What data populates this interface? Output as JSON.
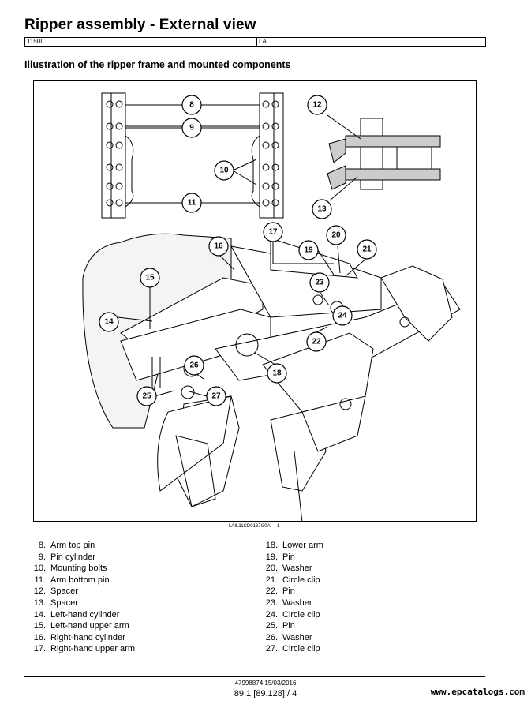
{
  "page": {
    "title": "Ripper assembly - External view",
    "model": "1150L",
    "region": "LA",
    "subtitle": "Illustration of the ripper frame and mounted components"
  },
  "figure": {
    "code": "LAIL11CD0187G0A",
    "index": "1",
    "callouts": [
      "8",
      "9",
      "10",
      "11",
      "12",
      "13",
      "14",
      "15",
      "16",
      "17",
      "18",
      "19",
      "20",
      "21",
      "22",
      "23",
      "24",
      "25",
      "26",
      "27"
    ]
  },
  "legend": {
    "left": [
      {
        "num": "8.",
        "label": "Arm top pin"
      },
      {
        "num": "9.",
        "label": "Pin cylinder"
      },
      {
        "num": "10.",
        "label": "Mounting bolts"
      },
      {
        "num": "11.",
        "label": "Arm bottom pin"
      },
      {
        "num": "12.",
        "label": "Spacer"
      },
      {
        "num": "13.",
        "label": "Spacer"
      },
      {
        "num": "14.",
        "label": "Left-hand cylinder"
      },
      {
        "num": "15.",
        "label": "Left-hand upper arm"
      },
      {
        "num": "16.",
        "label": "Right-hand cylinder"
      },
      {
        "num": "17.",
        "label": "Right-hand upper arm"
      }
    ],
    "right": [
      {
        "num": "18.",
        "label": "Lower arm"
      },
      {
        "num": "19.",
        "label": "Pin"
      },
      {
        "num": "20.",
        "label": "Washer"
      },
      {
        "num": "21.",
        "label": "Circle clip"
      },
      {
        "num": "22.",
        "label": "Pin"
      },
      {
        "num": "23.",
        "label": "Washer"
      },
      {
        "num": "24.",
        "label": "Circle clip"
      },
      {
        "num": "25.",
        "label": "Pin"
      },
      {
        "num": "26.",
        "label": "Washer"
      },
      {
        "num": "27.",
        "label": "Circle clip"
      }
    ]
  },
  "footer": {
    "doc_ref": "47998874 15/03/2016",
    "page_ref": "89.1 [89.128] / 4",
    "watermark": "www.epcatalogs.com"
  }
}
